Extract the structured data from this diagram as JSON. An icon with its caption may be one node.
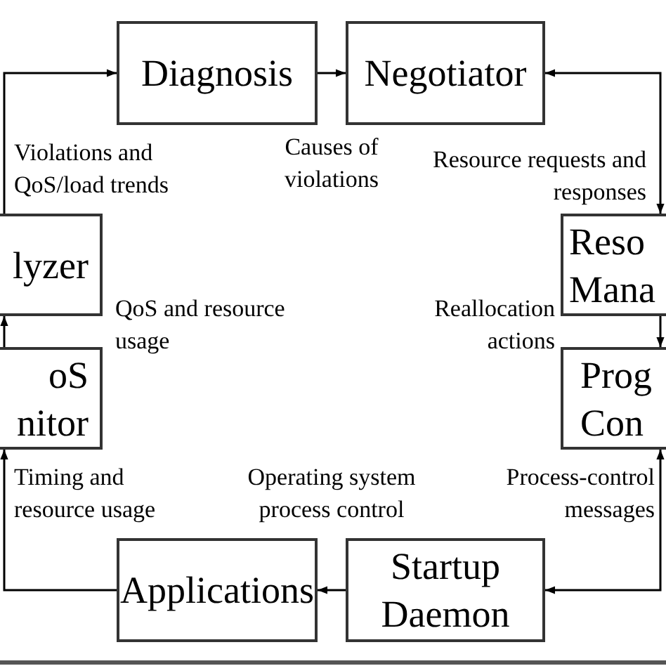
{
  "diagram": {
    "nodes": [
      {
        "text": [
          "Diagnosis"
        ]
      },
      {
        "text": [
          "Negotiator"
        ]
      },
      {
        "text": [
          "lyzer"
        ]
      },
      {
        "text": [
          "Reso Mana"
        ]
      },
      {
        "text": [
          "oS nitor"
        ]
      },
      {
        "text": [
          "Prog Con"
        ]
      },
      {
        "text": [
          "Applications"
        ]
      },
      {
        "text": [
          "Startup Daemon"
        ]
      }
    ],
    "edges": [
      {
        "from": 2,
        "to": 0,
        "arrow": "to",
        "label": "Violations and QoS/load trends"
      },
      {
        "from": 0,
        "to": 1,
        "arrow": "to",
        "label": "Causes of violations"
      },
      {
        "from": 1,
        "to": 3,
        "arrow": "both",
        "label": "Resource requests and responses"
      },
      {
        "from": 3,
        "to": 5,
        "arrow": "to",
        "label": "Reallocation actions"
      },
      {
        "from": 4,
        "to": 2,
        "arrow": "to",
        "label": "QoS and resource usage"
      },
      {
        "from": 5,
        "to": 7,
        "arrow": "both",
        "label": "Process-control messages"
      },
      {
        "from": 7,
        "to": 6,
        "arrow": "to",
        "label": "Operating system process control"
      },
      {
        "from": 6,
        "to": 4,
        "arrow": "to",
        "label": "Timing and resource usage"
      }
    ]
  }
}
